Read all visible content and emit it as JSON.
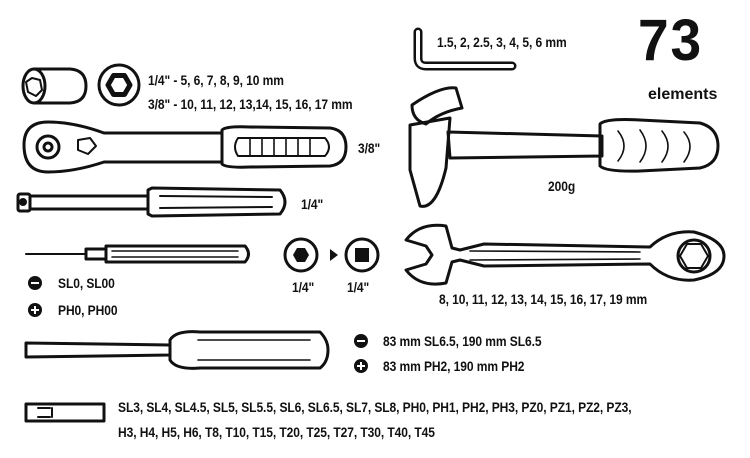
{
  "headline": {
    "count": "73",
    "unit": "elements"
  },
  "hex_keys": {
    "sizes": "1.5, 2, 2.5, 3, 4, 5, 6 mm"
  },
  "sockets": {
    "line_quarter": "1/4\" - 5, 6, 7, 8, 9, 10 mm",
    "line_three_eighths": "3/8\" - 10, 11, 12, 13,14, 15, 16, 17 mm"
  },
  "ratchet": {
    "drive": "3/8\""
  },
  "hammer": {
    "weight": "200g"
  },
  "bit_holder": {
    "drive": "1/4\""
  },
  "precision_screwdriver": {
    "slotted": "SL0, SL00",
    "phillips": "PH0, PH00"
  },
  "adapter": {
    "from": "1/4\"",
    "to": "1/4\""
  },
  "combination_wrench": {
    "sizes": "8, 10, 11, 12, 13, 14, 15, 16, 17, 19 mm"
  },
  "screwdrivers": {
    "slotted": "83 mm SL6.5, 190 mm SL6.5",
    "phillips": "83 mm PH2, 190 mm PH2"
  },
  "bits": {
    "line1": "SL3, SL4, SL4.5, SL5, SL5.5, SL6, SL6.5, SL7, SL8, PH0, PH1, PH2, PH3, PZ0, PZ1, PZ2, PZ3,",
    "line2": "H3, H4, H5, H6, T8, T10, T15, T20, T25, T27, T30, T40, T45"
  }
}
